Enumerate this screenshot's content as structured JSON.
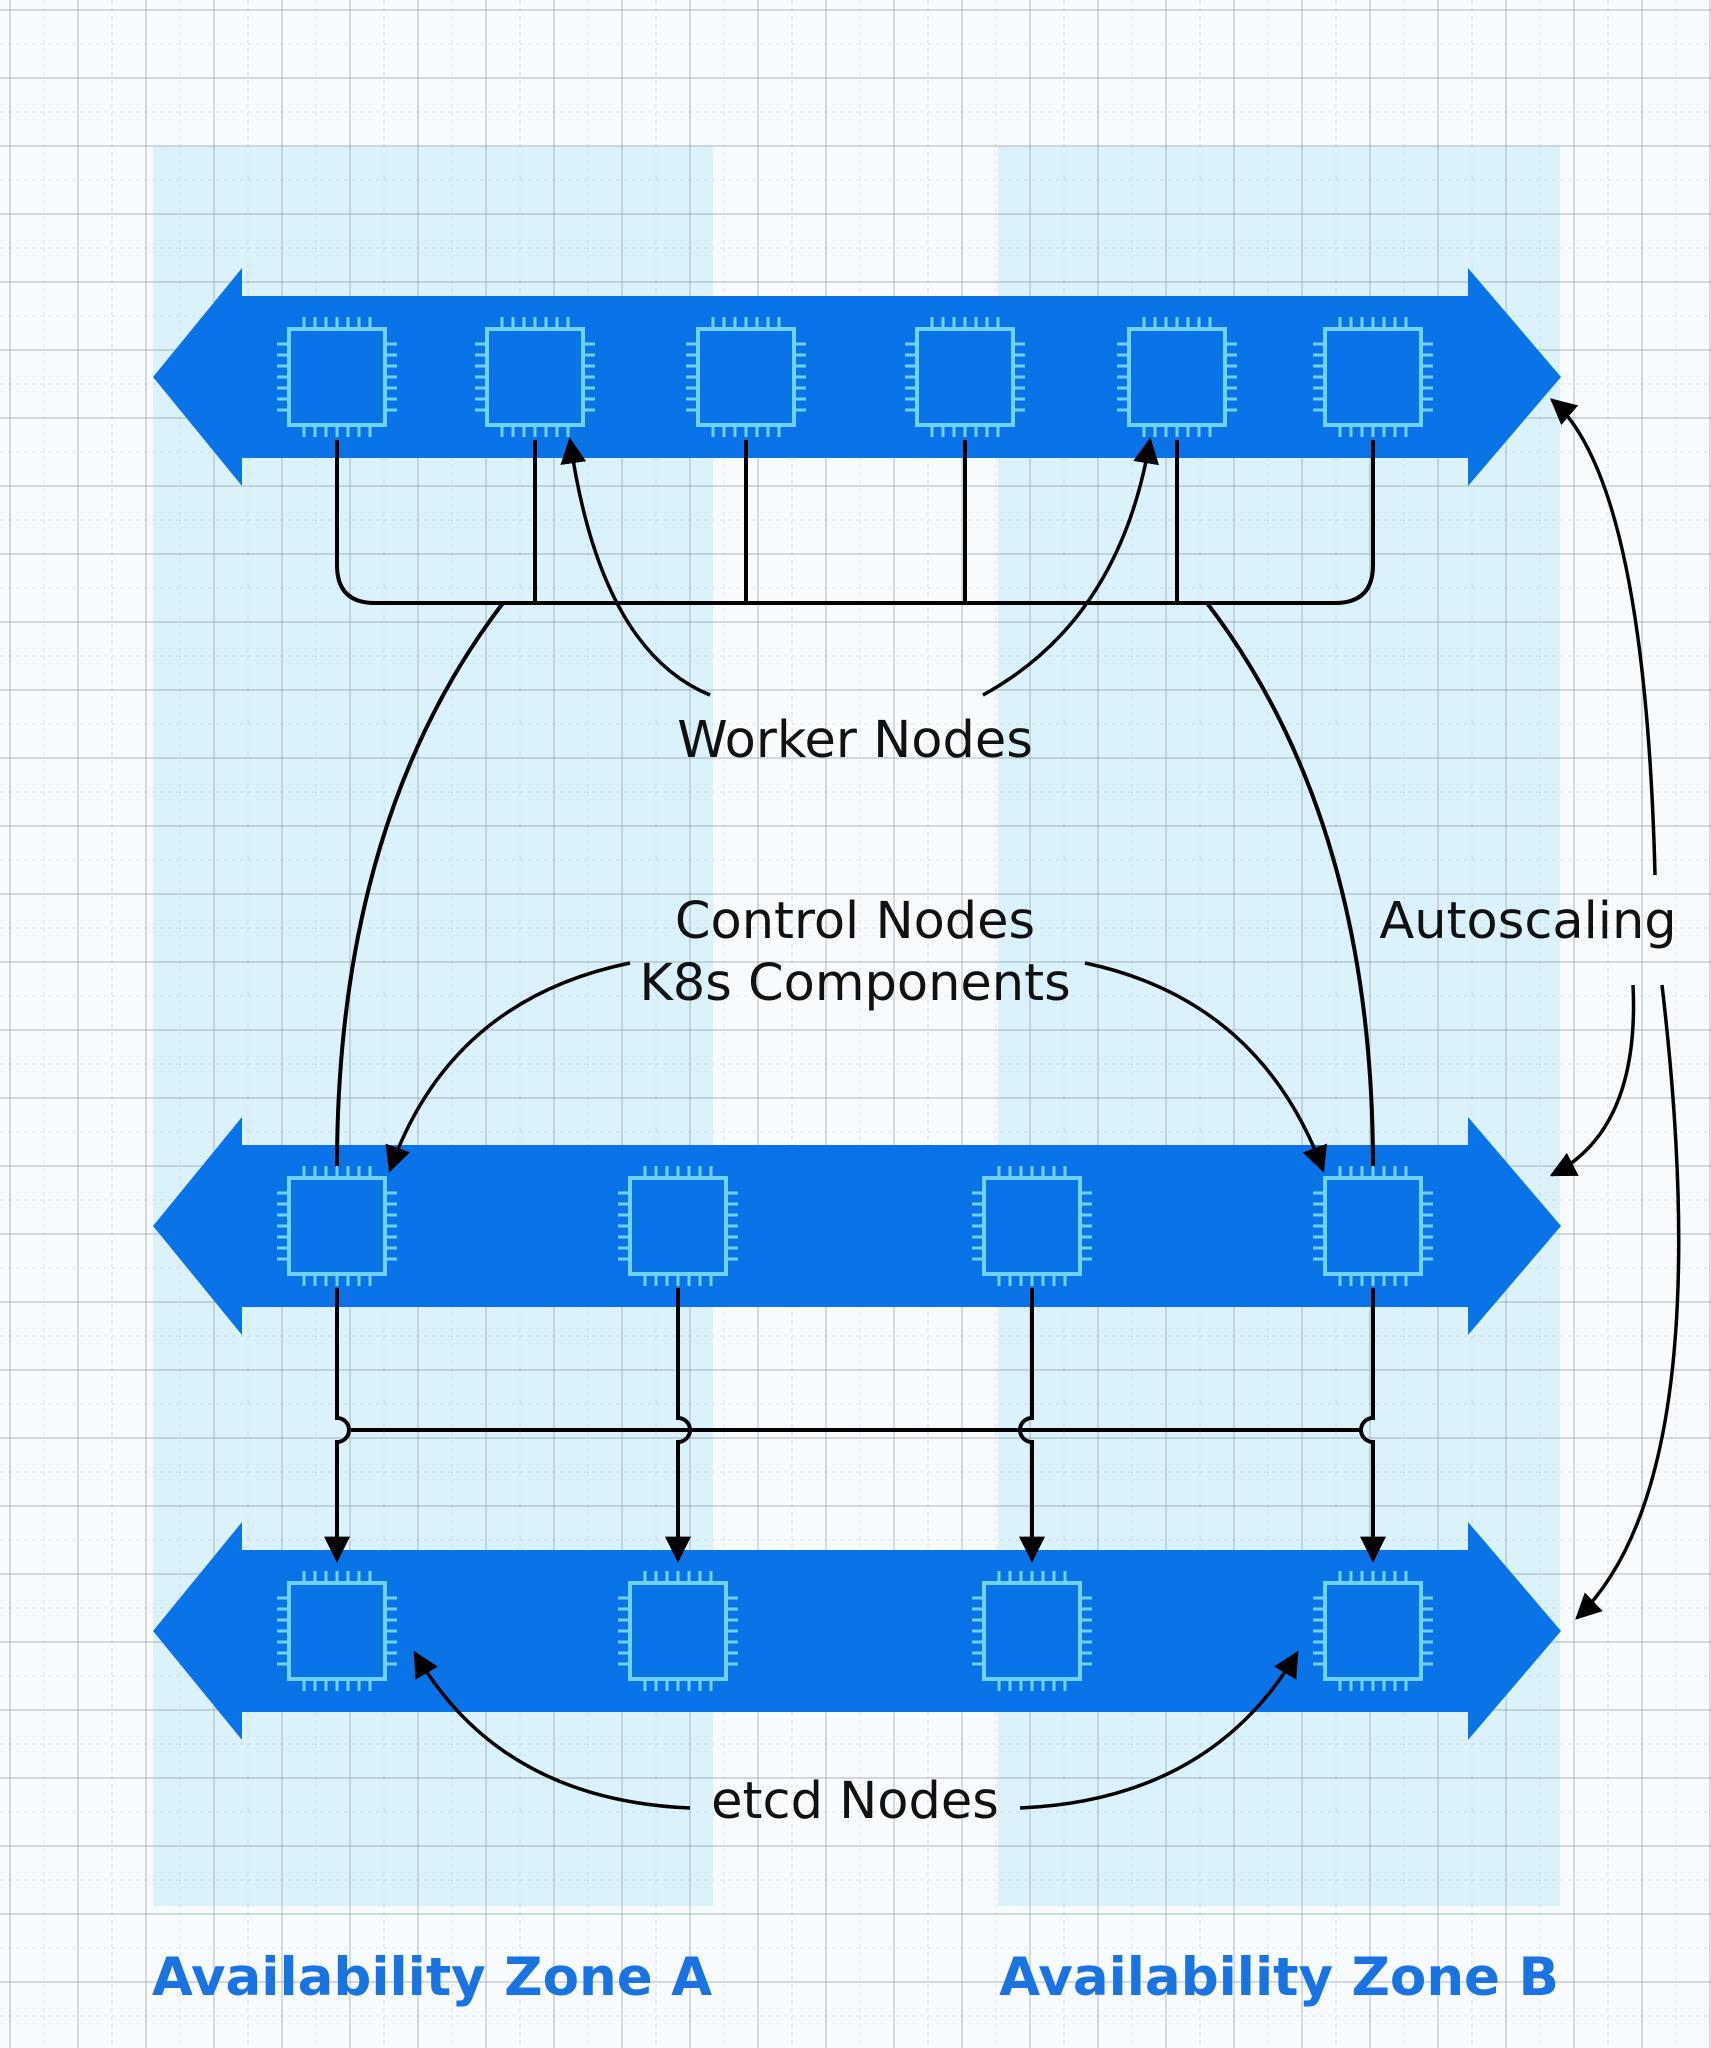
{
  "colors": {
    "page_background": "#f7fbfe",
    "zone_band": "#dbf2fb",
    "grid_line": "#8d969c",
    "band_arrow": "#0a73e8",
    "chip_outline": "#6fd3f7",
    "zone_label": "#1a73e0",
    "connector": "#000000"
  },
  "icons": {
    "node": "cpu-chip-icon",
    "band": "double-headed-arrow"
  },
  "labels": {
    "worker_nodes": "Worker Nodes",
    "control_nodes_line1": "Control Nodes",
    "control_nodes_line2": "K8s Components",
    "autoscaling": "Autoscaling",
    "etcd_nodes": "etcd Nodes"
  },
  "zones": [
    {
      "id": "zone-a",
      "label": "Availability Zone A"
    },
    {
      "id": "zone-b",
      "label": "Availability Zone B"
    }
  ],
  "tiers": [
    {
      "id": "worker",
      "node_count": 6
    },
    {
      "id": "control",
      "node_count": 4
    },
    {
      "id": "etcd",
      "node_count": 4
    }
  ]
}
